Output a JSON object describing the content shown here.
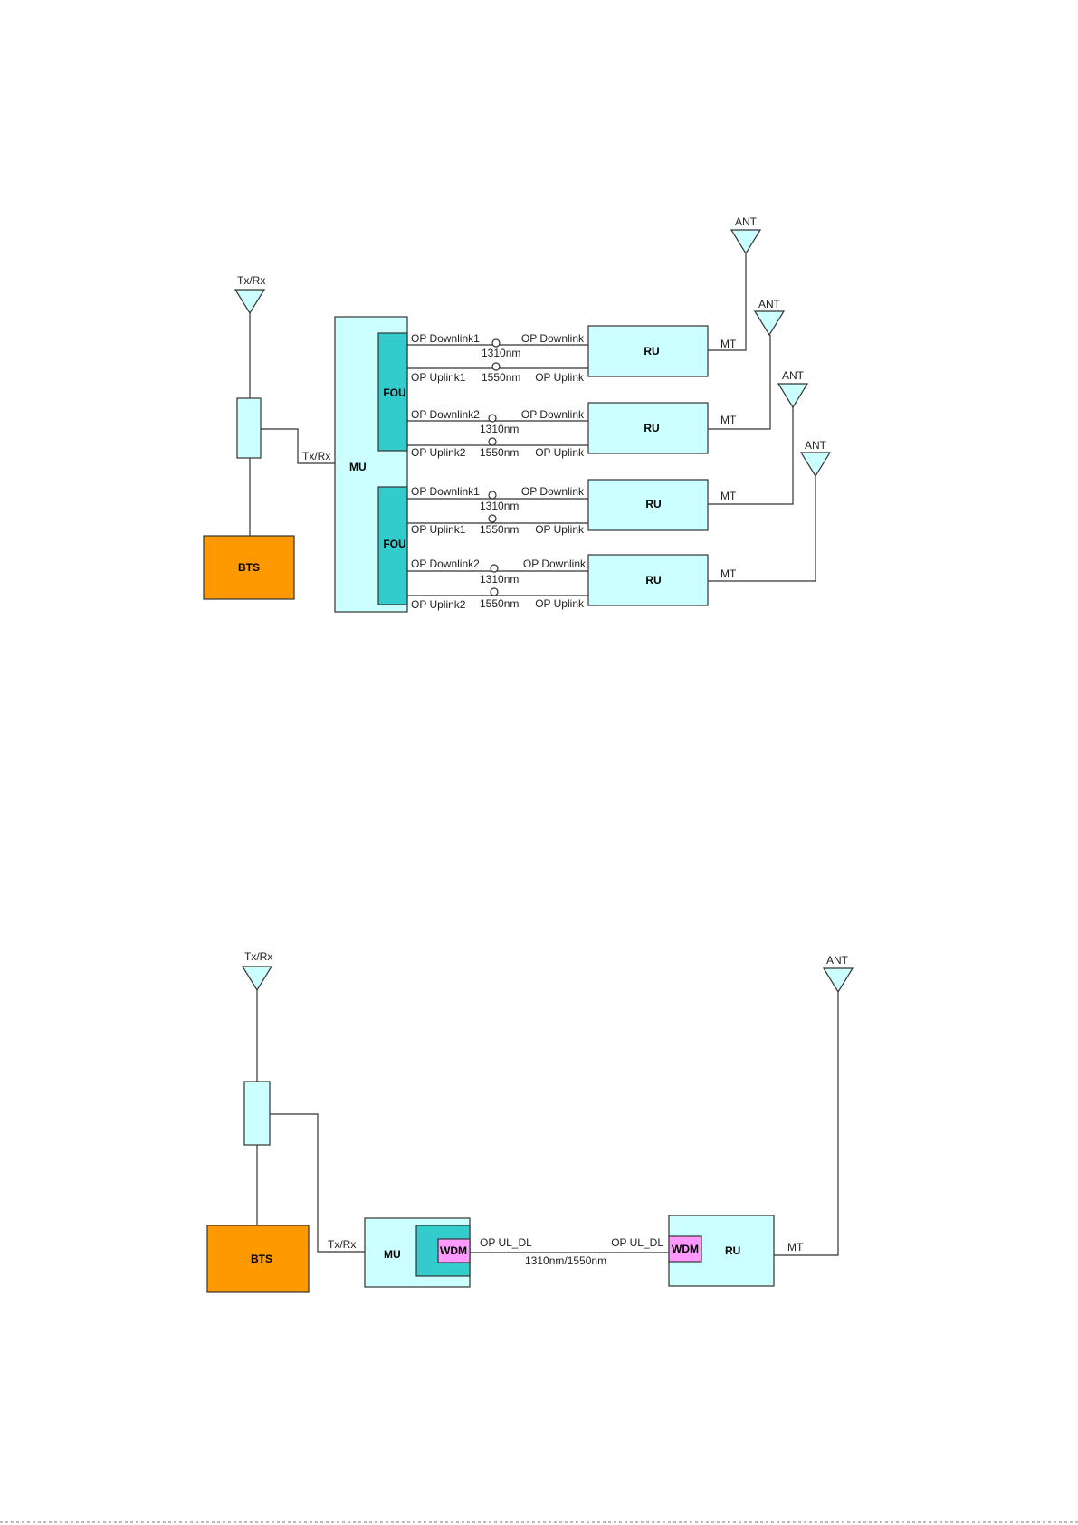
{
  "colors": {
    "unit_fill": "#ccffff",
    "fou_fill": "#33cccc",
    "bts_fill": "#ff9900",
    "wdm_fill": "#ff99ff",
    "line": "#333333"
  },
  "diagram1": {
    "txrx_antenna_label": "Tx/Rx",
    "txrx_port_label": "Tx/Rx",
    "bts_label": "BTS",
    "mu_label": "MU",
    "fou_labels": [
      "FOU",
      "FOU"
    ],
    "ru_label": "RU",
    "ant_label": "ANT",
    "mt_label": "MT",
    "branches": [
      {
        "dl_left": "OP Downlink1",
        "dl_right": "OP Downlink",
        "dl_nm": "1310nm",
        "ul_left": "OP Uplink1",
        "ul_right": "OP Uplink",
        "ul_nm": "1550nm"
      },
      {
        "dl_left": "OP Downlink2",
        "dl_right": "OP Downlink",
        "dl_nm": "1310nm",
        "ul_left": "OP Uplink2",
        "ul_right": "OP Uplink",
        "ul_nm": "1550nm"
      },
      {
        "dl_left": "OP Downlink1",
        "dl_right": "OP Downlink",
        "dl_nm": "1310nm",
        "ul_left": "OP Uplink1",
        "ul_right": "OP Uplink",
        "ul_nm": "1550nm"
      },
      {
        "dl_left": "OP Downlink2",
        "dl_right": "OP Downlink",
        "dl_nm": "1310nm",
        "ul_left": "OP Uplink2",
        "ul_right": "OP Uplink",
        "ul_nm": "1550nm"
      }
    ]
  },
  "diagram2": {
    "txrx_antenna_label": "Tx/Rx",
    "txrx_port_label": "Tx/Rx",
    "bts_label": "BTS",
    "mu_label": "MU",
    "mu_wdm_label": "WDM",
    "ru_wdm_label": "WDM",
    "ru_label": "RU",
    "ant_label": "ANT",
    "mt_label": "MT",
    "op_left": "OP UL_DL",
    "op_right": "OP UL_DL",
    "fiber_nm": "1310nm/1550nm"
  }
}
